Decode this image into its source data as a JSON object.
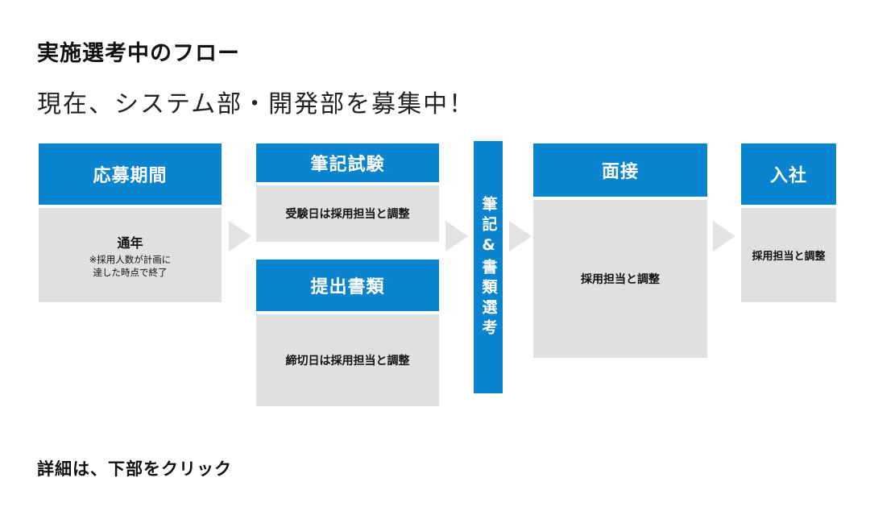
{
  "page": {
    "title": "実施選考中のフロー",
    "subtitle": "現在、システム部・開発部を募集中！",
    "footer_link": "詳細は、下部をクリック"
  },
  "colors": {
    "accent": "#0b84cf",
    "panel": "#e0e0e0",
    "arrow": "#e3e3e3"
  },
  "flow": {
    "application": {
      "header": "応募期間",
      "main": "通年",
      "note_line1": "※採用人数が計画に",
      "note_line2": "達した時点で終了"
    },
    "written_exam": {
      "header": "筆記試験",
      "body": "受験日は採用担当と調整"
    },
    "documents": {
      "header": "提出書類",
      "body": "締切日は採用担当と調整"
    },
    "screening_bar": {
      "label": "筆記&書類選考"
    },
    "interview": {
      "header": "面接",
      "body": "採用担当と調整"
    },
    "joining": {
      "header": "入社",
      "body": "採用担当と調整"
    }
  }
}
